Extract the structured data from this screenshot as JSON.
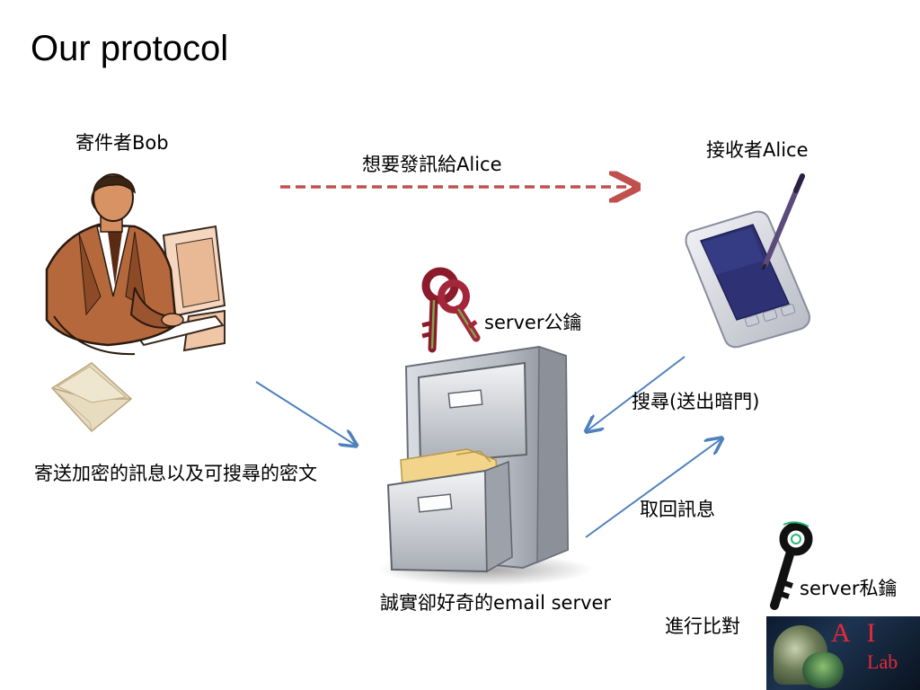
{
  "slide": {
    "title": "Our protocol"
  },
  "labels": {
    "sender": "寄件者Bob",
    "receiver": "接收者Alice",
    "want_send": "想要發訊給Alice",
    "server_public_key": "server公鑰",
    "search": "搜尋(送出暗門)",
    "send_encrypted": "寄送加密的訊息以及可搜尋的密文",
    "retrieve": "取回訊息",
    "server_private_key": "server私鑰",
    "server_name": "誠實卻好奇的email server",
    "compare": "進行比對"
  },
  "logo": {
    "ai": "A I",
    "lab": "Lab"
  },
  "colors": {
    "dashed_arrow": "#c0504d",
    "blue_arrow": "#4f81bd",
    "key_red": "#8b1a2b",
    "key_green": "#7aa84a",
    "cabinet": "#b8bcc4",
    "folder": "#f2d48a"
  },
  "icons": [
    "businessman-computer-icon",
    "envelope-icon",
    "tablet-stylus-icon",
    "red-keys-icon",
    "file-cabinet-icon",
    "black-key-icon"
  ]
}
